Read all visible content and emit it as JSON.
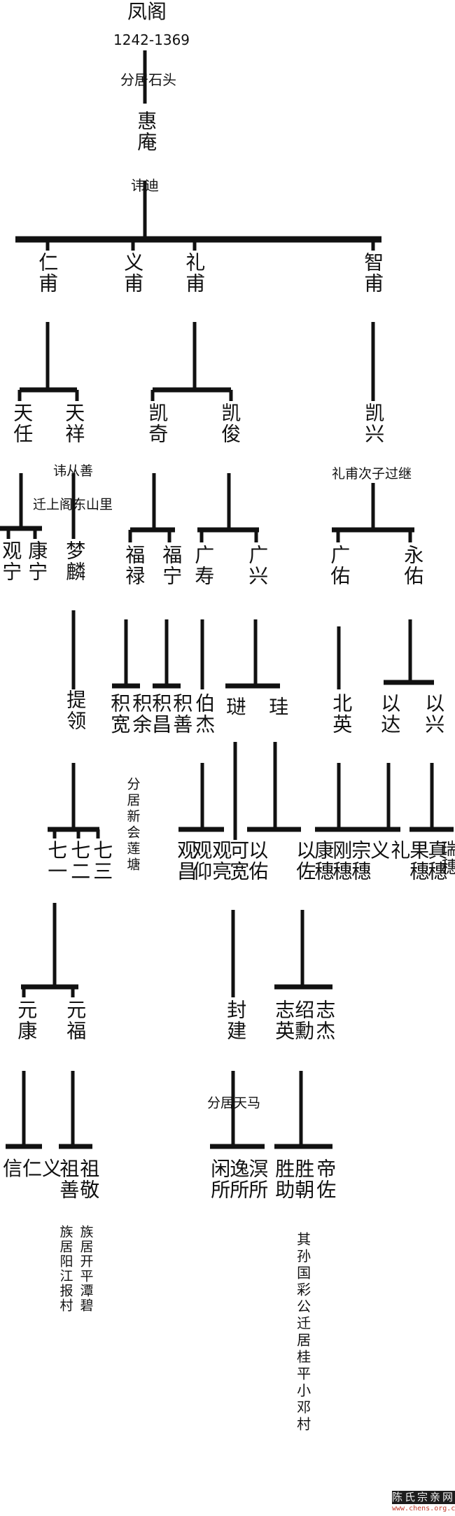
{
  "founder": {
    "name": "凤阁",
    "years": "1242-1369",
    "note": "分居石头"
  },
  "gen2": {
    "name": "惠庵",
    "note": "讳迪"
  },
  "gen3": [
    "仁甫",
    "义甫",
    "礼甫",
    "智甫"
  ],
  "gen4": {
    "tianren": "天任",
    "tianxiang": "天祥",
    "tianxiang_note1": "讳从善",
    "tianxiang_note2": "迁上阁东山里",
    "kaiqi": "凯奇",
    "kaijun": "凯俊",
    "kaixing": "凯兴",
    "kaixing_note": "礼甫次子过继"
  },
  "gen5": {
    "guanning": "观宁",
    "kangning": "康宁",
    "menglin": "梦麟",
    "fulu": "福禄",
    "funing": "福宁",
    "guangshou": "广寿",
    "guangxing": "广兴",
    "guangyou": "广佑",
    "yongyou": "永佑"
  },
  "gen6": {
    "tiling": "提领",
    "jikuan": "积宽",
    "jiyu": "积余",
    "jichang": "积昌",
    "jishan": "积善",
    "jikuan_note": "分居新会莲塘",
    "bojie": "伯杰",
    "jin": "琎",
    "gui": "珪",
    "beiying": "北英",
    "yida": "以达",
    "yixing": "以兴"
  },
  "gen7": {
    "qiyi": "七一",
    "qier": "七二",
    "qisan": "七三",
    "guanchang": "观昌",
    "guanyang": "观仰",
    "guanliang": "观亮",
    "kekuan": "可宽",
    "yiyou": "以佑",
    "yizuo": "以佐",
    "kangsui": "康穗",
    "gangsui": "刚穗",
    "zongsui": "宗穗",
    "yi": "义",
    "li": "礼",
    "guosui": "果穗",
    "zhensui": "真穗",
    "ruisui": "瑞穗"
  },
  "gen8": {
    "yuankang": "元康",
    "yuanfu": "元福",
    "fengjian": "封建",
    "fengjian_note": "分居天马",
    "zhiying": "志英",
    "shaoxun": "绍勳",
    "zhijie": "志杰"
  },
  "gen9": {
    "xinrenyi": "信仁义",
    "zushan": "祖善",
    "zujing": "祖敬",
    "zushan_note": "族居阳江报村",
    "zujing_note": "族居开平潭碧",
    "xiansuo": "闲所",
    "yisuo": "逸所",
    "mingsuo": "溟所",
    "shengzhu": "胜助",
    "shengchao": "胜朝",
    "dizuo": "帝佐",
    "shengchao_note": "其孙国彩公迁居桂平小邓村"
  },
  "watermark": {
    "title": "陈氏宗亲网",
    "url": "www.chens.org.cn"
  }
}
